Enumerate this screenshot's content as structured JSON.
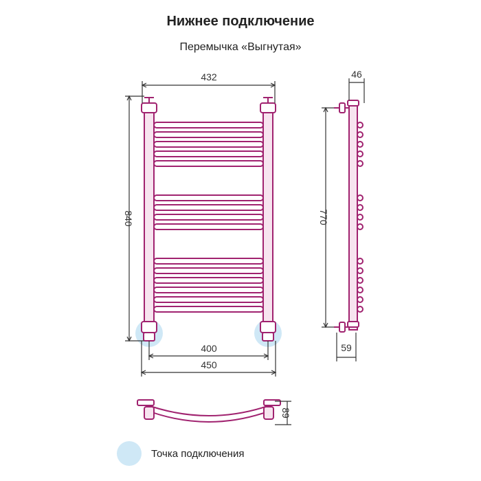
{
  "title": "Нижнее подключение",
  "subtitle": "Перемычка «Выгнутая»",
  "dimensions": {
    "top_width": "432",
    "total_height": "840",
    "center_distance": "400",
    "bottom_width": "450",
    "side_depth": "46",
    "side_height": "770",
    "side_bottom": "59",
    "bottom_view_depth": "89"
  },
  "legend": {
    "label": "Точка подключения"
  },
  "colors": {
    "pipe": "#a0226f",
    "pipe_light": "#f2c8e0",
    "connection_point": "#cfe8f6",
    "dimension_line": "#333333"
  }
}
